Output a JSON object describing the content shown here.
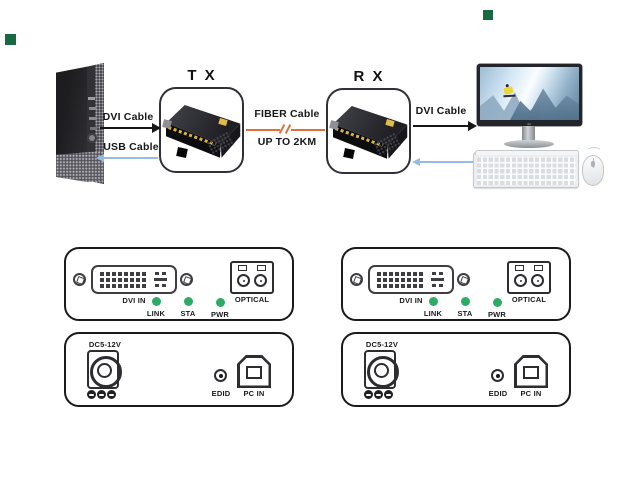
{
  "colors": {
    "fiber_cable": "#E0703A",
    "usb_cable": "#96BCE0",
    "dvi_cable": "#17171A",
    "led_green": "#2EAC66",
    "panel_border": "#1A1A1A"
  },
  "connection_diagram": {
    "tx_title": "T X",
    "rx_title": "R X",
    "pc_dvi_cable_label": "DVI Cable",
    "pc_usb_cable_label": "USB Cable",
    "fiber_cable_label": "FIBER Cable",
    "fiber_distance_label": "UP TO 2KM",
    "display_dvi_cable_label": "DVI Cable"
  },
  "tx_panel": {
    "dvi_port_label": "DVI IN",
    "link_led_label": "LINK",
    "sta_led_label": "STA",
    "pwr_led_label": "PWR",
    "optical_port_label": "OPTICAL",
    "power_input_label": "DC5-12V",
    "edid_button_label": "EDID",
    "usb_port_label": "PC IN"
  },
  "rx_panel": {
    "dvi_port_label": "DVI IN",
    "link_led_label": "LINK",
    "sta_led_label": "STA",
    "pwr_led_label": "PWR",
    "optical_port_label": "OPTICAL",
    "power_input_label": "DC5-12V",
    "edid_button_label": "EDID",
    "usb_port_label": "PC IN"
  }
}
